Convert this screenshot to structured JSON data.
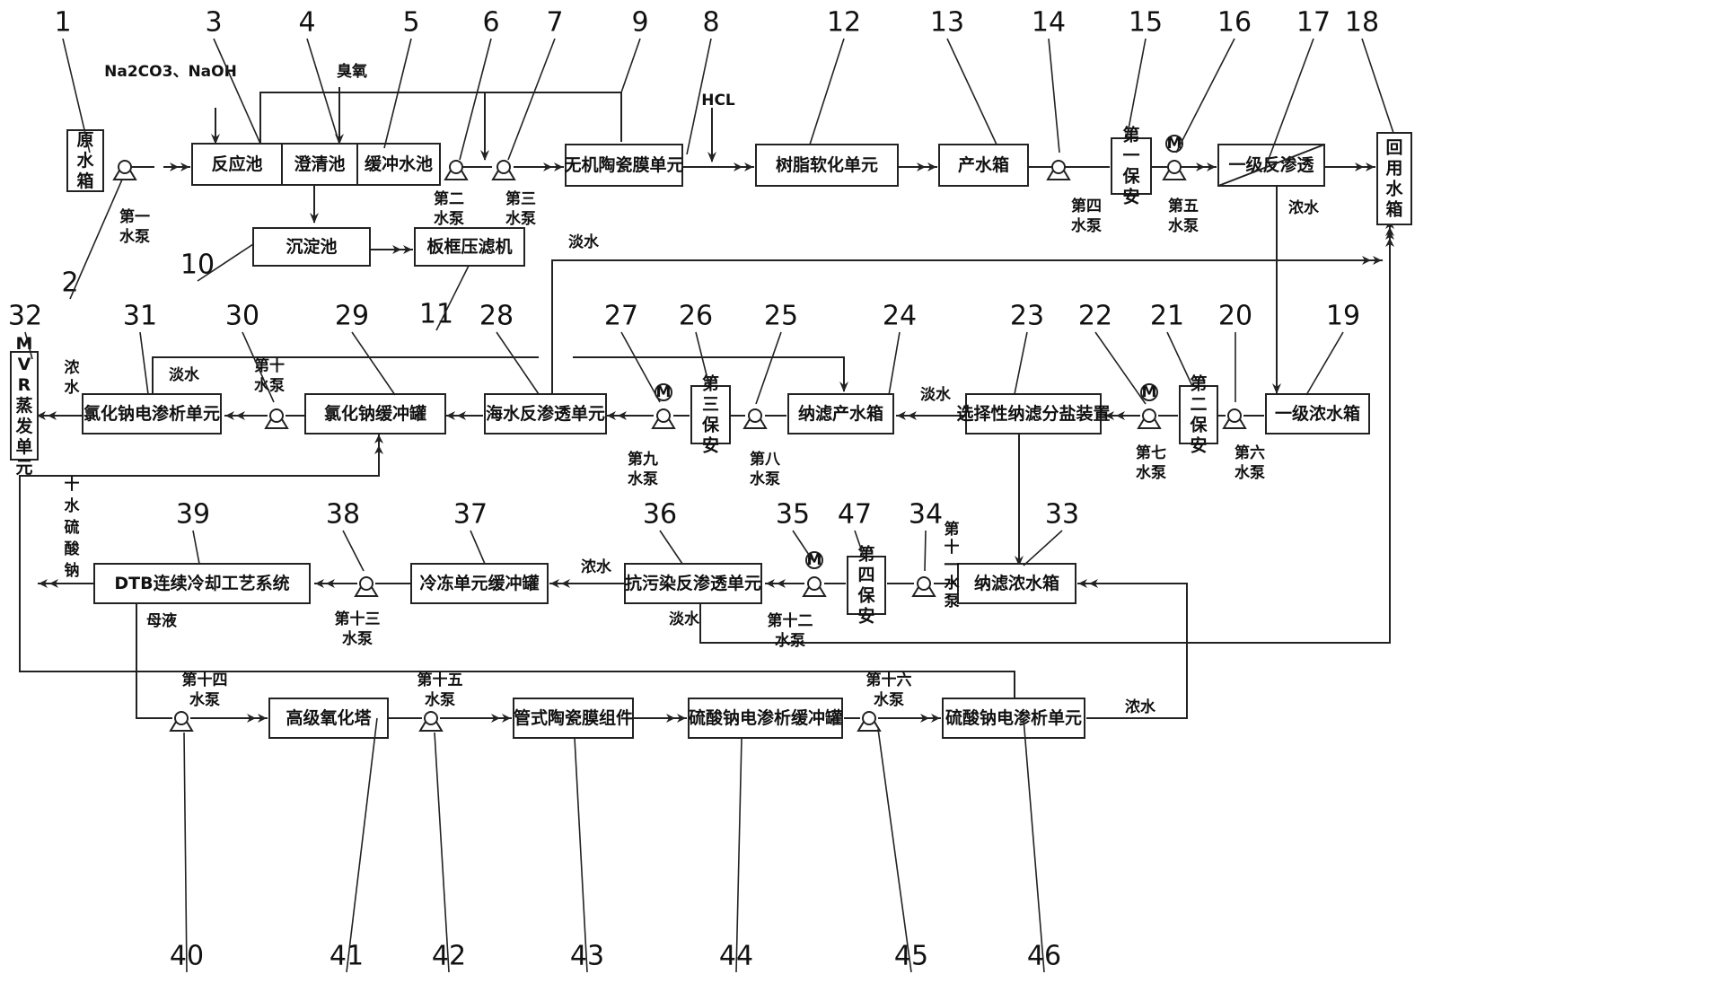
{
  "units": [
    {
      "key": "raw_tank",
      "label": "原水箱"
    },
    {
      "key": "reaction",
      "label": "反应池"
    },
    {
      "key": "clarifier",
      "label": "澄清池"
    },
    {
      "key": "buffer_pool",
      "label": "缓冲水池"
    },
    {
      "key": "ceramic",
      "label": "无机陶瓷膜单元"
    },
    {
      "key": "resin",
      "label": "树脂软化单元"
    },
    {
      "key": "product_tank",
      "label": "产水箱"
    },
    {
      "key": "security1",
      "label": "第一保安"
    },
    {
      "key": "ro1",
      "label": "一级反渗透"
    },
    {
      "key": "reuse_tank",
      "label": "回用水箱"
    },
    {
      "key": "settling",
      "label": "沉淀池"
    },
    {
      "key": "filter_press",
      "label": "板框压滤机"
    },
    {
      "key": "mvr",
      "label": "MVR蒸发单元"
    },
    {
      "key": "nacl_ed",
      "label": "氯化钠电渗析单元"
    },
    {
      "key": "nacl_buffer",
      "label": "氯化钠缓冲罐"
    },
    {
      "key": "seawater_ro",
      "label": "海水反渗透单元"
    },
    {
      "key": "security3",
      "label": "第三保安"
    },
    {
      "key": "nf_product",
      "label": "纳滤产水箱"
    },
    {
      "key": "nf_selective",
      "label": "选择性纳滤分盐装置"
    },
    {
      "key": "security2",
      "label": "第二保安"
    },
    {
      "key": "conc1",
      "label": "一级浓水箱"
    },
    {
      "key": "dtb",
      "label": "DTB连续冷却工艺系统"
    },
    {
      "key": "freeze_buffer",
      "label": "冷冻单元缓冲罐"
    },
    {
      "key": "antifoul_ro",
      "label": "抗污染反渗透单元"
    },
    {
      "key": "security4",
      "label": "第四保安"
    },
    {
      "key": "nf_conc",
      "label": "纳滤浓水箱"
    },
    {
      "key": "aop",
      "label": "高级氧化塔"
    },
    {
      "key": "tube_ceramic",
      "label": "管式陶瓷膜组件"
    },
    {
      "key": "na2so4_buffer",
      "label": "硫酸钠电渗析缓冲罐"
    },
    {
      "key": "na2so4_ed",
      "label": "硫酸钠电渗析单元"
    }
  ],
  "pumps": [
    {
      "key": "p1",
      "label": "第一水泵"
    },
    {
      "key": "p2",
      "label": "第二水泵"
    },
    {
      "key": "p3",
      "label": "第三水泵"
    },
    {
      "key": "p4",
      "label": "第四水泵"
    },
    {
      "key": "p5",
      "label": "第五水泵"
    },
    {
      "key": "p6",
      "label": "第六水泵"
    },
    {
      "key": "p7",
      "label": "第七水泵"
    },
    {
      "key": "p8",
      "label": "第八水泵"
    },
    {
      "key": "p9",
      "label": "第九水泵"
    },
    {
      "key": "p10",
      "label": "第十水泵"
    },
    {
      "key": "p11",
      "label": "第十一水泵"
    },
    {
      "key": "p12",
      "label": "第十二水泵"
    },
    {
      "key": "p13",
      "label": "第十三水泵"
    },
    {
      "key": "p14",
      "label": "第十四水泵"
    },
    {
      "key": "p15",
      "label": "第十五水泵"
    },
    {
      "key": "p16",
      "label": "第十六水泵"
    }
  ],
  "reagents": {
    "alkali": "Na2CO3、NaOH",
    "ozone": "臭氧",
    "acid": "HCL"
  },
  "flow_labels": {
    "fresh": "淡水",
    "concentrate": "浓水",
    "mother_liquor": "母液",
    "mirabilite": "十水硫酸钠"
  },
  "motor_symbol": "M",
  "reference_numbers": [
    "1",
    "2",
    "3",
    "4",
    "5",
    "6",
    "7",
    "8",
    "9",
    "10",
    "11",
    "12",
    "13",
    "14",
    "15",
    "16",
    "17",
    "18",
    "19",
    "20",
    "21",
    "22",
    "23",
    "24",
    "25",
    "26",
    "27",
    "28",
    "29",
    "30",
    "31",
    "32",
    "33",
    "34",
    "35",
    "36",
    "37",
    "38",
    "39",
    "40",
    "41",
    "42",
    "43",
    "44",
    "45",
    "46",
    "47"
  ]
}
